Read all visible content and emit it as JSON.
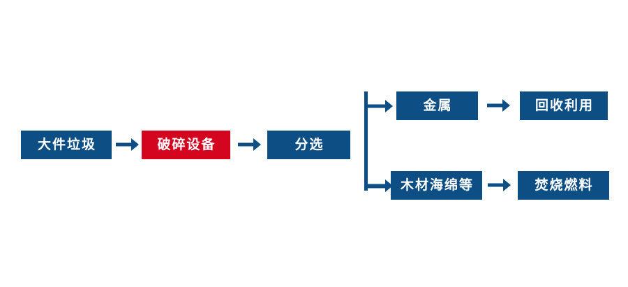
{
  "diagram": {
    "title": "",
    "colors": {
      "primary_blue": "#0d4f85",
      "highlight_red": "#d4051f",
      "background": "#ffffff",
      "node_text": "#ffffff"
    },
    "nodes": [
      {
        "id": "bulky-waste",
        "label": "大件垃圾",
        "style": "blue"
      },
      {
        "id": "crusher",
        "label": "破碎设备",
        "style": "red"
      },
      {
        "id": "sorting",
        "label": "分选",
        "style": "blue"
      },
      {
        "id": "metal",
        "label": "金属",
        "style": "blue"
      },
      {
        "id": "recycle",
        "label": "回收利用",
        "style": "blue"
      },
      {
        "id": "wood-sponge",
        "label": "木材海绵等",
        "style": "blue"
      },
      {
        "id": "burn-fuel",
        "label": "焚烧燃料",
        "style": "blue"
      }
    ],
    "connectors": [
      {
        "id": "waste-to-crusher",
        "kind": "arrow-right",
        "from": "bulky-waste",
        "to": "crusher"
      },
      {
        "id": "crusher-to-sort",
        "kind": "arrow-right",
        "from": "crusher",
        "to": "sorting"
      },
      {
        "id": "sort-branch",
        "kind": "split-bracket",
        "from": "sorting",
        "to": "metal,wood-sponge"
      },
      {
        "id": "metal-to-recycle",
        "kind": "arrow-right",
        "from": "metal",
        "to": "recycle"
      },
      {
        "id": "wood-to-fuel",
        "kind": "arrow-right",
        "from": "wood-sponge",
        "to": "burn-fuel"
      }
    ]
  }
}
